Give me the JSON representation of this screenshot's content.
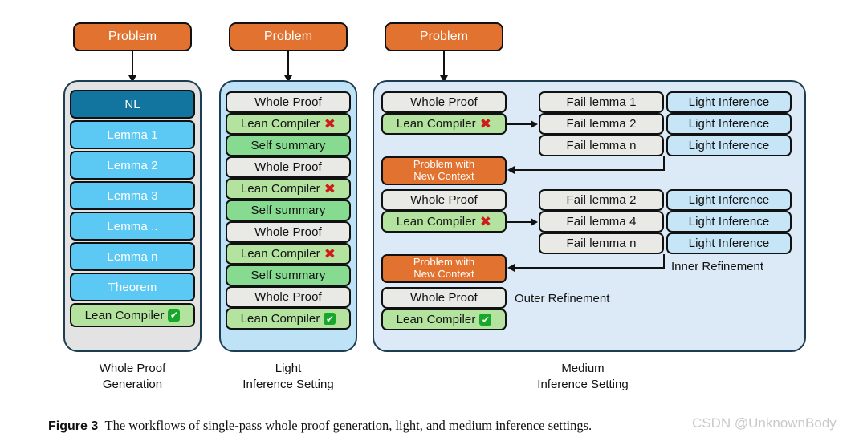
{
  "figure": {
    "caption_label": "Figure 3",
    "caption_text": "The workflows of single-pass whole proof generation, light, and medium inference settings.",
    "watermark": "CSDN @UnknownBody"
  },
  "colors": {
    "problem_orange": "#E2722F",
    "nl_teal": "#11759F",
    "lemma_blue": "#5CC9F5",
    "whole_proof_gray": "#E9E9E5",
    "lean_compiler_green": "#B4E39F",
    "self_summary_green": "#86DB90",
    "light_inference_blue": "#C6E5F6",
    "panel_gray": "#E3E3E3",
    "panel_blue": "#BFE3F6",
    "panel_paleblue": "#DCE9F6",
    "fail_red": "#D11A1A",
    "pass_green": "#17A82B"
  },
  "icons": {
    "fail": "✖",
    "pass": "✔"
  },
  "columns": [
    {
      "id": "whole-proof-generation",
      "problem_label": "Problem",
      "caption": "Whole Proof\nGeneration",
      "steps": [
        {
          "label": "NL",
          "kind": "nl"
        },
        {
          "label": "Lemma 1",
          "kind": "lemma"
        },
        {
          "label": "Lemma 2",
          "kind": "lemma"
        },
        {
          "label": "Lemma 3",
          "kind": "lemma"
        },
        {
          "label": "Lemma ..",
          "kind": "lemma"
        },
        {
          "label": "Lemma n",
          "kind": "lemma"
        },
        {
          "label": "Theorem",
          "kind": "lemma"
        },
        {
          "label": "Lean Compiler",
          "kind": "lc",
          "mark": "pass"
        }
      ]
    },
    {
      "id": "light-inference-setting",
      "problem_label": "Problem",
      "caption": "Light\nInference Setting",
      "steps": [
        {
          "label": "Whole Proof",
          "kind": "wp"
        },
        {
          "label": "Lean Compiler",
          "kind": "lc",
          "mark": "fail"
        },
        {
          "label": "Self summary",
          "kind": "ss"
        },
        {
          "label": "Whole Proof",
          "kind": "wp"
        },
        {
          "label": "Lean Compiler",
          "kind": "lc",
          "mark": "fail"
        },
        {
          "label": "Self summary",
          "kind": "ss"
        },
        {
          "label": "Whole Proof",
          "kind": "wp"
        },
        {
          "label": "Lean Compiler",
          "kind": "lc",
          "mark": "fail"
        },
        {
          "label": "Self summary",
          "kind": "ss"
        },
        {
          "label": "Whole Proof",
          "kind": "wp"
        },
        {
          "label": "Lean Compiler",
          "kind": "lc",
          "mark": "pass"
        }
      ]
    },
    {
      "id": "medium-inference-setting",
      "problem_label": "Problem",
      "caption": "Medium\nInference Setting",
      "inner_refinement_label": "Inner Refinement",
      "outer_refinement_label": "Outer Refinement",
      "left_groups": [
        {
          "rows": [
            {
              "label": "Whole Proof",
              "kind": "wp"
            },
            {
              "label": "Lean Compiler",
              "kind": "lc",
              "mark": "fail"
            }
          ]
        },
        {
          "rows": [
            {
              "label_line1": "Problem with",
              "label_line2": "New Context",
              "kind": "newctx"
            },
            {
              "label": "Whole Proof",
              "kind": "wp"
            },
            {
              "label": "Lean Compiler",
              "kind": "lc",
              "mark": "fail"
            }
          ]
        },
        {
          "rows": [
            {
              "label_line1": "Problem with",
              "label_line2": "New Context",
              "kind": "newctx"
            },
            {
              "label": "Whole Proof",
              "kind": "wp"
            },
            {
              "label": "Lean Compiler",
              "kind": "lc",
              "mark": "pass"
            }
          ]
        }
      ],
      "right_groups": [
        {
          "fail_lemmas": [
            "Fail lemma 1",
            "Fail lemma 2",
            "Fail lemma n"
          ],
          "inferences": [
            "Light Inference",
            "Light Inference",
            "Light Inference"
          ]
        },
        {
          "fail_lemmas": [
            "Fail lemma 2",
            "Fail lemma 4",
            "Fail lemma n"
          ],
          "inferences": [
            "Light Inference",
            "Light Inference",
            "Light Inference"
          ]
        }
      ]
    }
  ]
}
